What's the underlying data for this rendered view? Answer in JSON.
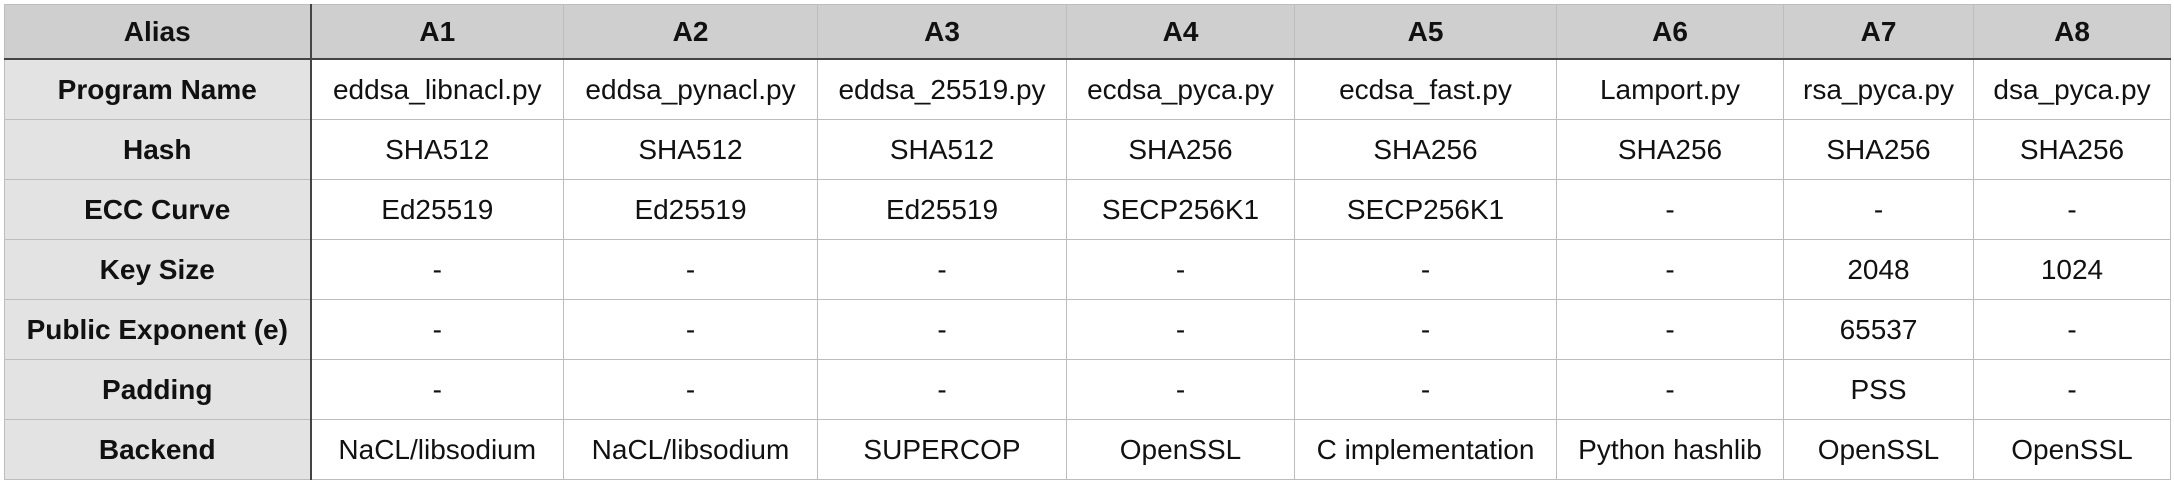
{
  "table": {
    "header": [
      "Alias",
      "A1",
      "A2",
      "A3",
      "A4",
      "A5",
      "A6",
      "A7",
      "A8"
    ],
    "rows": [
      {
        "label": "Program Name",
        "cells": [
          "eddsa_libnacl.py",
          "eddsa_pynacl.py",
          "eddsa_25519.py",
          "ecdsa_pyca.py",
          "ecdsa_fast.py",
          "Lamport.py",
          "rsa_pyca.py",
          "dsa_pyca.py"
        ]
      },
      {
        "label": "Hash",
        "cells": [
          "SHA512",
          "SHA512",
          "SHA512",
          "SHA256",
          "SHA256",
          "SHA256",
          "SHA256",
          "SHA256"
        ]
      },
      {
        "label": "ECC Curve",
        "cells": [
          "Ed25519",
          "Ed25519",
          "Ed25519",
          "SECP256K1",
          "SECP256K1",
          "-",
          "-",
          "-"
        ]
      },
      {
        "label": "Key Size",
        "cells": [
          "-",
          "-",
          "-",
          "-",
          "-",
          "-",
          "2048",
          "1024"
        ]
      },
      {
        "label": "Public Exponent (e)",
        "cells": [
          "-",
          "-",
          "-",
          "-",
          "-",
          "-",
          "65537",
          "-"
        ]
      },
      {
        "label": "Padding",
        "cells": [
          "-",
          "-",
          "-",
          "-",
          "-",
          "-",
          "PSS",
          "-"
        ]
      },
      {
        "label": "Backend",
        "cells": [
          "NaCL/libsodium",
          "NaCL/libsodium",
          "SUPERCOP",
          "OpenSSL",
          "C implementation",
          "Python hashlib",
          "OpenSSL",
          "OpenSSL"
        ]
      }
    ]
  }
}
